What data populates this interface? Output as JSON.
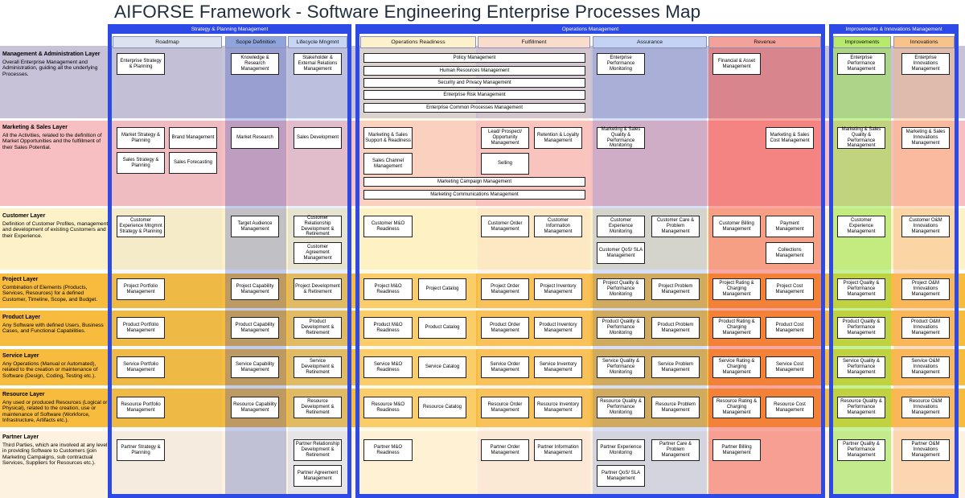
{
  "title": "AIFORSE Framework - Software Engineering Enterprise Processes Map",
  "groups": {
    "strategy": "Strategy & Planning Management",
    "operations": "Operations Management",
    "improvements": "Improvements & Innovations Management"
  },
  "columns": {
    "roadmap": "Roadmap",
    "scope": "Scope Definition",
    "lifecycle": "Lifecycle Mngmnt",
    "readiness": "Operations Readiness",
    "fulfillment": "Fulfillment",
    "assurance": "Assurance",
    "revenue": "Revenue",
    "improvements": "Improvements",
    "innovations": "Innovations"
  },
  "layers": [
    {
      "title": "Management & Administration Layer",
      "desc": "Overall Enterprise Management and Administration, guiding all the underlying Processes."
    },
    {
      "title": "Marketing & Sales Layer",
      "desc": "All the Activities, related to the definition of Market Opportunities and the fulfillment of their Sales Potential."
    },
    {
      "title": "Customer Layer",
      "desc": "Definition of Customer Profiles, management and development of existing Customers and their Experience."
    },
    {
      "title": "Project Layer",
      "desc": "Combination of Elements (Products, Services, Resources) for a defined Customer, Timeline, Scope, and Budget."
    },
    {
      "title": "Product Layer",
      "desc": "Any Software with defined Users, Business Cases, and Functional Capabilities."
    },
    {
      "title": "Service Layer",
      "desc": "Any Operations (Manual or Automated), related to the creation or maintenance of Software (Design, Coding, Testing etc.)."
    },
    {
      "title": "Resource Layer",
      "desc": "Any used or produced Resources (Logical or Physical), related to the creation, use or maintenance of Software (Workforce, Infrastructure, Artifacts etc.)."
    },
    {
      "title": "Partner Layer",
      "desc": "Third Parties, which are involved at any level in providing Software to Customers  (join Marketing Campaigns, sub contractual Services, Suppliers for Resources etc.)."
    }
  ],
  "boxes": {
    "m_roadmap": "Enterprise Strategy & Planning",
    "m_scope": "Knowledge & Research Management",
    "m_lifecycle": "Stakeholder & External Relations Management",
    "m_policy": "Policy Management",
    "m_hr": "Human Resources Management",
    "m_security": "Security and Privacy Management",
    "m_risk": "Enterprise Risk Management",
    "m_common": "Enterprise Common Processes Management",
    "m_assurance": "Enterprise Performance Monitoring",
    "m_revenue": "Financial & Asset Management",
    "m_improve": "Enterprise Performance Management",
    "m_innov": "Enterprise Innovations Management",
    "s_market_strategy": "Market Strategy & Planning",
    "s_brand": "Brand Management",
    "s_sales_strategy": "Sales Strategy & Planning",
    "s_forecast": "Sales Forecasting",
    "s_research": "Market Research",
    "s_sales_dev": "Sales Development",
    "s_support": "Marketing & Sales Support & Readiness",
    "s_channel": "Sales Channel Management",
    "s_lead": "Lead/ Prospect/ Opportunity Management",
    "s_retention": "Retention & Loyalty Management",
    "s_selling": "Selling",
    "s_quality": "Marketing & Sales Quality & Performance Monitoring",
    "s_cost": "Marketing & Sales Cost Management",
    "s_improve": "Marketing & Sales Quality & Performance Management",
    "s_innov": "Marketing & Sales Innovations Management",
    "s_campaign": "Marketing Campaign Management",
    "s_comms": "Marketing Communications Management",
    "c_experience": "Customer Experience Mngmnt Strategy & Planning",
    "c_target": "Target Audience Management",
    "c_crm": "Customer Relationship Development & Retirement",
    "c_agreement": "Customer Agreement Management",
    "c_readiness": "Customer M&O Readiness",
    "c_order": "Customer Order Management",
    "c_info": "Customer Information Management",
    "c_exp_mon": "Customer Experience Monitoring",
    "c_care": "Customer Care & Problem Management",
    "c_qos": "Customer QoS/ SLA Management",
    "c_billing": "Customer Billing Management",
    "c_payment": "Payment Management",
    "c_collections": "Collections Management",
    "c_improve": "Customer Experience Management",
    "c_innov": "Customer O&M Innovations Management",
    "p_portfolio": "Project Portfolio Management",
    "p_capability": "Project Capability Management",
    "p_dev": "Project Development & Retirement",
    "p_readiness": "Project M&O Readiness",
    "p_catalog": "Project Catalog",
    "p_order": "Project Order Management",
    "p_inventory": "Project Inventory Management",
    "p_quality": "Project Quality & Performance Monitoring",
    "p_problem": "Project Problem Management",
    "p_rating": "Project Rating & Charging Management",
    "p_cost": "Project Cost Management",
    "p_improve": "Project Quality & Performance Management",
    "p_innov": "Project O&M Innovations Management",
    "pr_portfolio": "Product Portfolio Management",
    "pr_capability": "Product Capability Management",
    "pr_dev": "Product Development & Retirement",
    "pr_readiness": "Product M&O Readiness",
    "pr_catalog": "Product Catalog",
    "pr_order": "Product Order Management",
    "pr_inventory": "Product Inventory Management",
    "pr_quality": "Product Quality & Performance Monitoring",
    "pr_problem": "Product Problem Management",
    "pr_rating": "Product Rating & Charging Management",
    "pr_cost": "Product Cost Management",
    "pr_improve": "Product Quality & Performance Management",
    "pr_innov": "Product O&M Innovations Management",
    "sv_portfolio": "Service Portfolio Management",
    "sv_capability": "Service Capability Management",
    "sv_dev": "Service Development & Retirement",
    "sv_readiness": "Service M&O Readiness",
    "sv_catalog": "Service Catalog",
    "sv_order": "Service Order Management",
    "sv_inventory": "Service Inventory Management",
    "sv_quality": "Service Quality & Performance Monitoring",
    "sv_problem": "Service Problem Management",
    "sv_rating": "Service Rating & Charging Management",
    "sv_cost": "Service Cost Management",
    "sv_improve": "Service Quality & Performance Management",
    "sv_innov": "Service O&M Innovations Management",
    "r_portfolio": "Resource Portfolio Management",
    "r_capability": "Resource Capability Management",
    "r_dev": "Resource Development & Retirement",
    "r_readiness": "Resource M&O Readiness",
    "r_catalog": "Resource Catalog",
    "r_order": "Resource Order Management",
    "r_inventory": "Resource Inventory Management",
    "r_quality": "Resource Quality & Performance Monitoring",
    "r_problem": "Resource Problem Management",
    "r_rating": "Resource Rating & Charging Management",
    "r_cost": "Resource Cost Management",
    "r_improve": "Resource Quality & Performance Management",
    "r_innov": "Resource O&M Innovations Management",
    "pa_strategy": "Partner Strategy & Planning",
    "pa_rel": "Partner Relationship Development & Retirement",
    "pa_agreement": "Partner Agreement Management",
    "pa_readiness": "Partner M&O Readiness",
    "pa_order": "Partner Order Management",
    "pa_info": "Partner Information Management",
    "pa_exp": "Partner Experience Monitoring",
    "pa_care": "Partner Care & Problem Management",
    "pa_qos": "Partner QoS/ SLA Management",
    "pa_billing": "Partner Billing Management",
    "pa_improve": "Partner Quality & Performance Management",
    "pa_innov": "Partner O&M Innovations Management"
  }
}
